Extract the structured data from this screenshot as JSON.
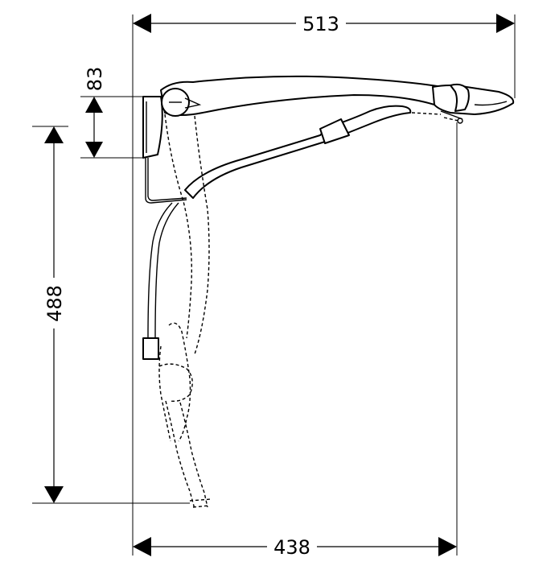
{
  "dimensions": {
    "overall_width": "513",
    "wall_bracket_height": "83",
    "overall_height": "488",
    "projection": "438"
  }
}
